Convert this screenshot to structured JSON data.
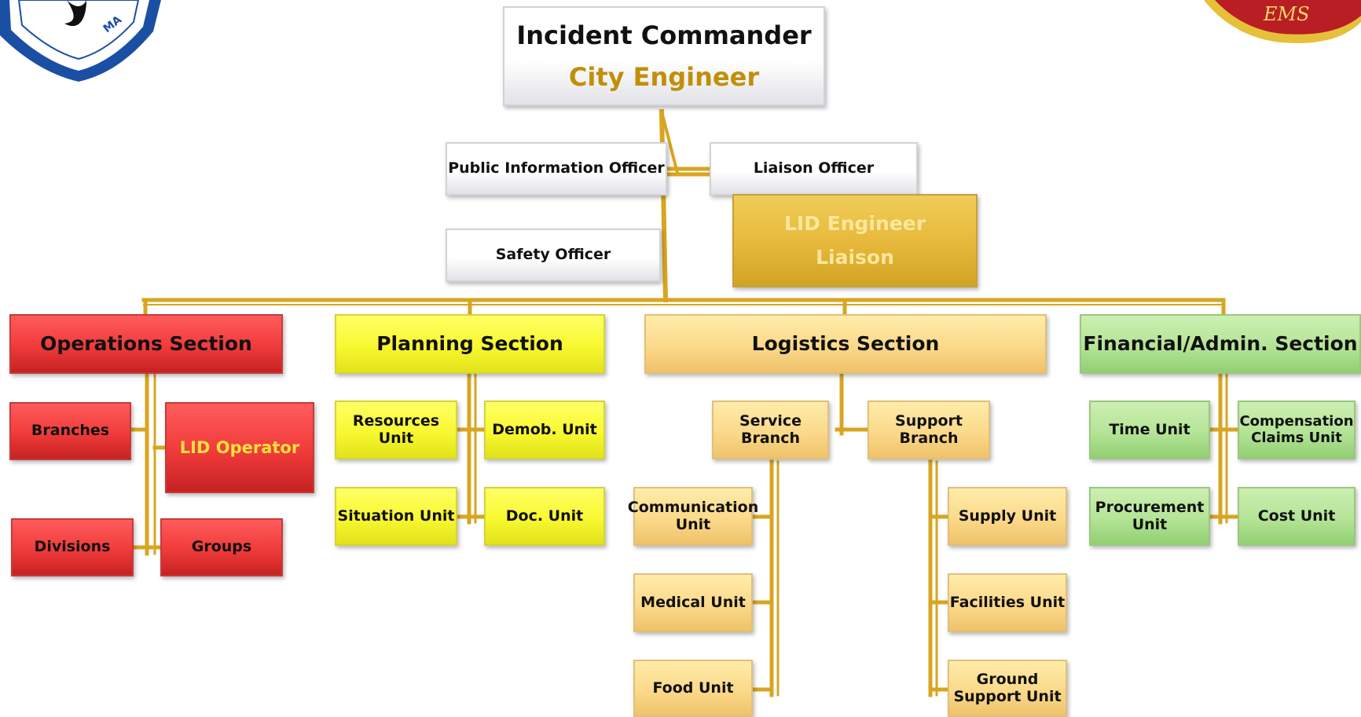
{
  "commander": {
    "title": "Incident Commander",
    "name": "City Engineer"
  },
  "staff": {
    "pio": "Public Information Officer",
    "liaison": "Liaison Officer",
    "safety": "Safety Officer",
    "lid_liaison": [
      "LID Engineer",
      "Liaison"
    ]
  },
  "operations": {
    "title": "Operations Section",
    "branches": "Branches",
    "lid_operator": "LID Operator",
    "divisions": "Divisions",
    "groups": "Groups"
  },
  "planning": {
    "title": "Planning Section",
    "resources": "Resources Unit",
    "demob": "Demob. Unit",
    "situation": "Situation Unit",
    "doc": "Doc. Unit"
  },
  "logistics": {
    "title": "Logistics Section",
    "service_branch": "Service Branch",
    "support_branch": "Support Branch",
    "communication": "Communication Unit",
    "medical": "Medical Unit",
    "food": "Food Unit",
    "supply": "Supply Unit",
    "facilities": "Facilities Unit",
    "ground_support": "Ground Support Unit"
  },
  "finance": {
    "title": "Financial/Admin. Section",
    "time": "Time Unit",
    "compensation": "Compensation Claims Unit",
    "procurement": "Procurement Unit",
    "cost": "Cost Unit"
  },
  "logos": {
    "left_text": "MA",
    "right_text": "EMS"
  },
  "colors": {
    "connector": "#d9a520",
    "operations": "#f03a3a",
    "planning": "#f8f830",
    "logistics": "#fbd98a",
    "finance": "#b4e496",
    "commander_name": "#c08f0a"
  }
}
